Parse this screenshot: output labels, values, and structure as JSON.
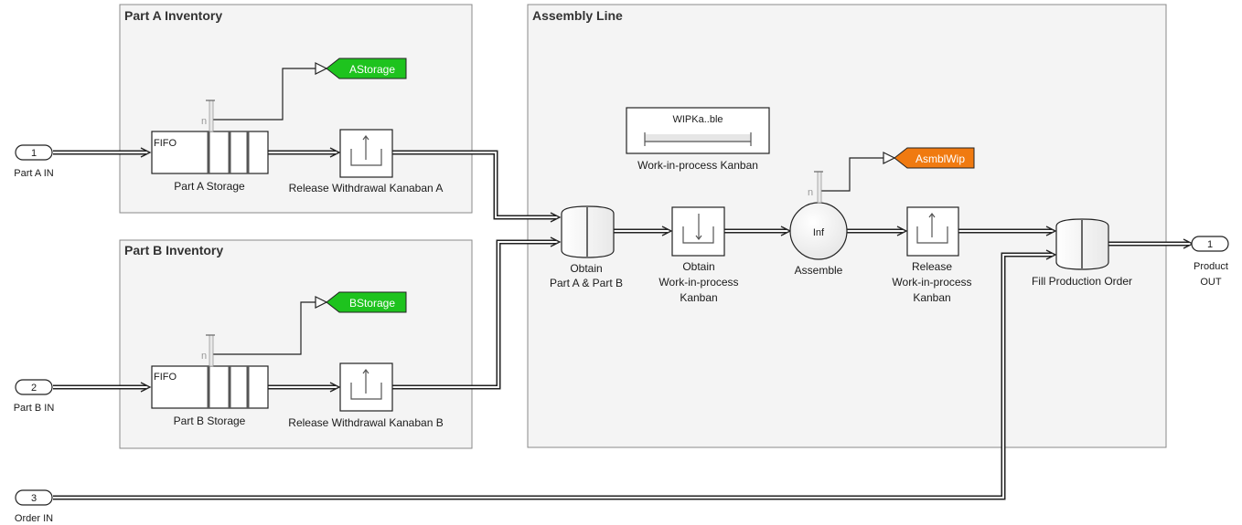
{
  "areas": {
    "part_a": {
      "title": "Part A Inventory"
    },
    "part_b": {
      "title": "Part B Inventory"
    },
    "assembly": {
      "title": "Assembly Line"
    }
  },
  "ports": {
    "in_a": {
      "number": "1",
      "label": "Part A IN"
    },
    "in_b": {
      "number": "2",
      "label": "Part B IN"
    },
    "in_order": {
      "number": "3",
      "label": "Order IN"
    },
    "out_product": {
      "number": "1",
      "label_line1": "Product",
      "label_line2": "OUT"
    }
  },
  "blocks": {
    "storage_a": {
      "tag": "FIFO",
      "label": "Part A Storage",
      "port_n": "n"
    },
    "release_a": {
      "label": "Release Withdrawal Kanaban A"
    },
    "storage_b": {
      "tag": "FIFO",
      "label": "Part B Storage",
      "port_n": "n"
    },
    "release_b": {
      "label": "Release Withdrawal Kanaban B"
    },
    "wip_table": {
      "title": "WIPKa..ble",
      "label": "Work-in-process Kanban"
    },
    "obtain_ab": {
      "label_line1": "Obtain",
      "label_line2": "Part A & Part B"
    },
    "obtain_wip": {
      "label_line1": "Obtain",
      "label_line2": "Work-in-process",
      "label_line3": "Kanban"
    },
    "assemble": {
      "capacity": "Inf",
      "label": "Assemble",
      "port_n": "n"
    },
    "release_wip": {
      "label_line1": "Release",
      "label_line2": "Work-in-process",
      "label_line3": "Kanban"
    },
    "fill_order": {
      "label": "Fill Production Order"
    }
  },
  "goto_tags": {
    "astorage": {
      "text": "AStorage",
      "color": "#1ec31e"
    },
    "bstorage": {
      "text": "BStorage",
      "color": "#1ec31e"
    },
    "asmblwip": {
      "text": "AsmblWip",
      "color": "#f07a10"
    }
  }
}
